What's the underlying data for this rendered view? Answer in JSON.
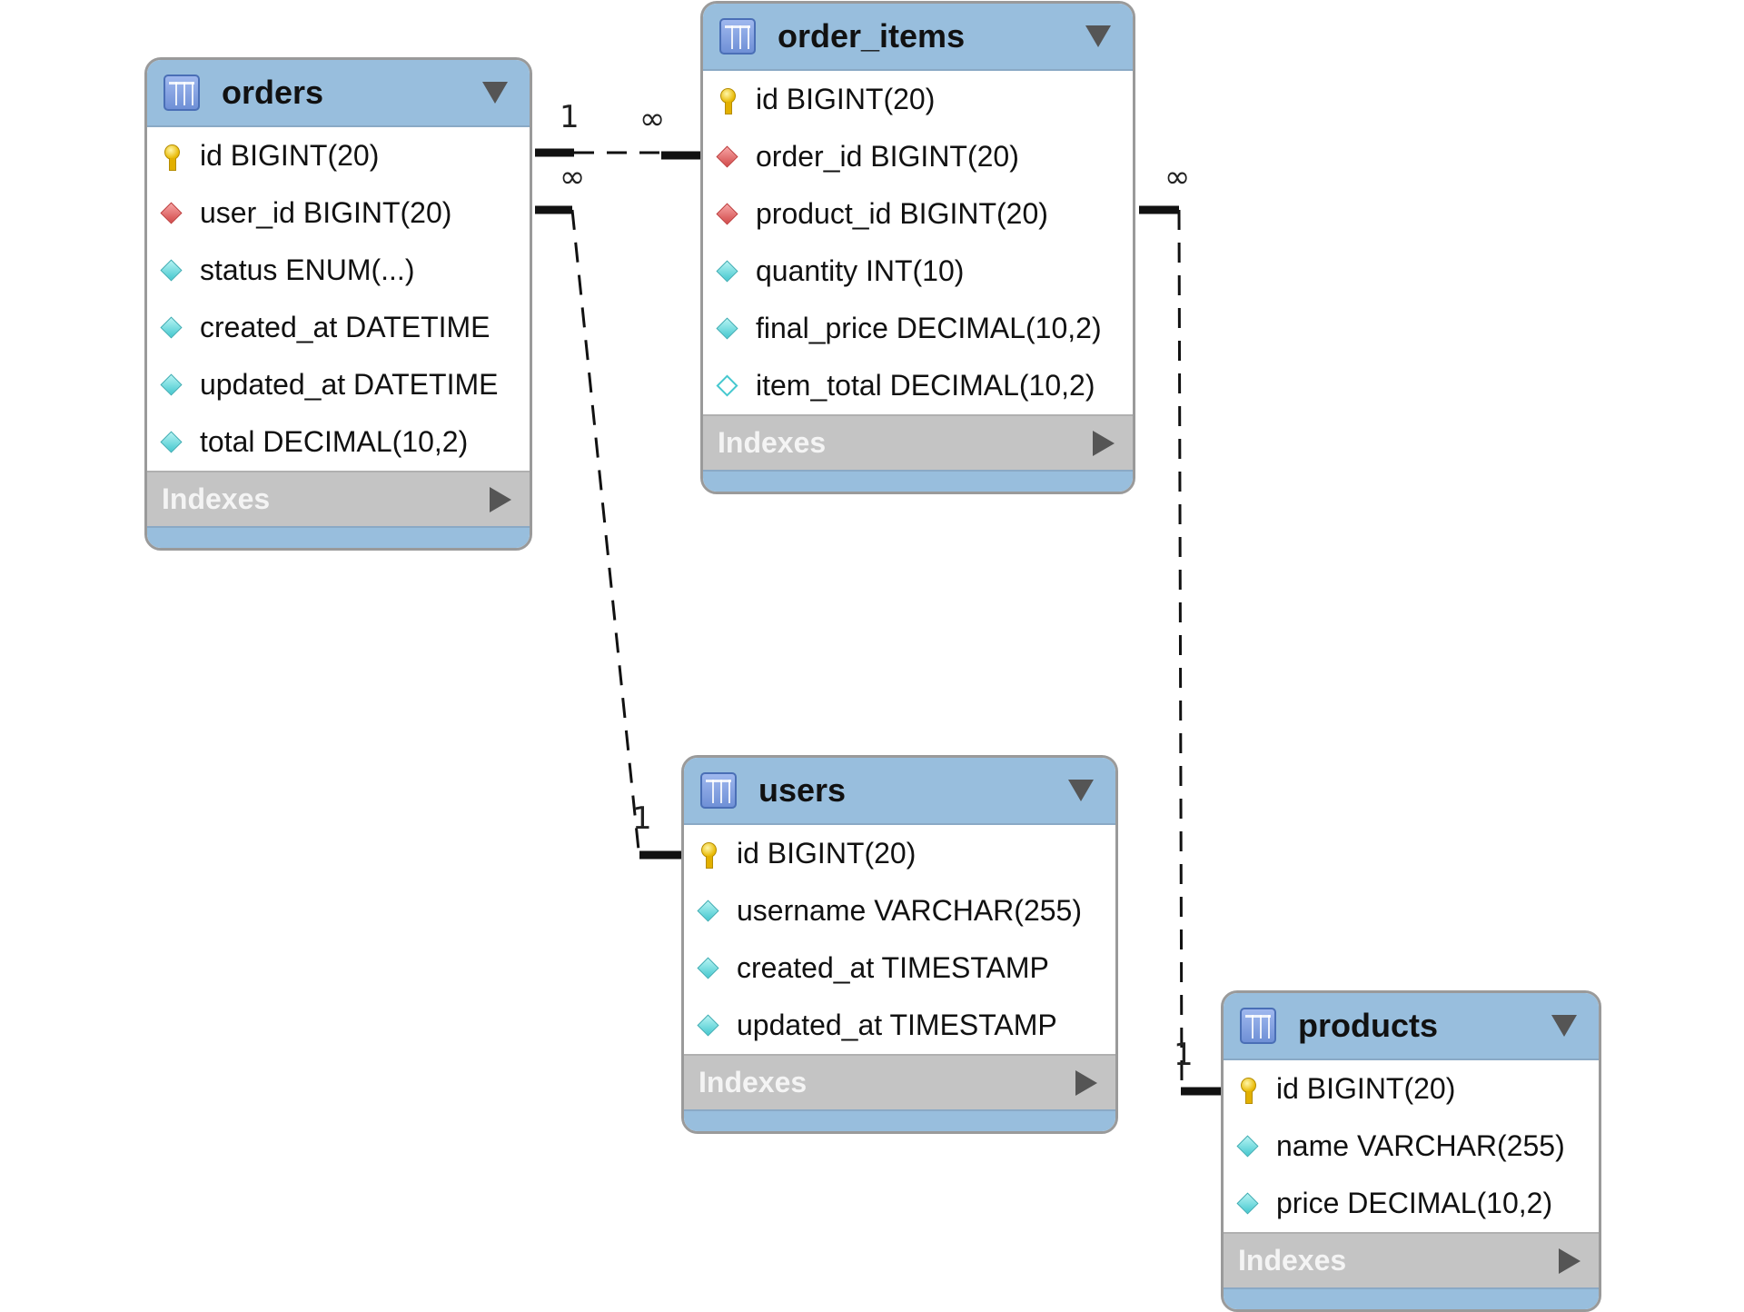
{
  "tables": [
    {
      "key": "orders",
      "title": "orders",
      "columns": [
        {
          "name": "id BIGINT(20)",
          "icon": "key-icon"
        },
        {
          "name": "user_id BIGINT(20)",
          "icon": "fk-icon"
        },
        {
          "name": "status ENUM(...)",
          "icon": "col-icon"
        },
        {
          "name": "created_at DATETIME",
          "icon": "col-icon"
        },
        {
          "name": "updated_at DATETIME",
          "icon": "col-icon"
        },
        {
          "name": "total DECIMAL(10,2)",
          "icon": "col-icon"
        }
      ],
      "indexes_label": "Indexes"
    },
    {
      "key": "order_items",
      "title": "order_items",
      "columns": [
        {
          "name": "id BIGINT(20)",
          "icon": "key-icon"
        },
        {
          "name": "order_id BIGINT(20)",
          "icon": "fk-icon"
        },
        {
          "name": "product_id BIGINT(20)",
          "icon": "fk-icon"
        },
        {
          "name": "quantity INT(10)",
          "icon": "col-icon"
        },
        {
          "name": "final_price DECIMAL(10,2)",
          "icon": "col-icon"
        },
        {
          "name": "item_total DECIMAL(10,2)",
          "icon": "nul-icon"
        }
      ],
      "indexes_label": "Indexes"
    },
    {
      "key": "users",
      "title": "users",
      "columns": [
        {
          "name": "id BIGINT(20)",
          "icon": "key-icon"
        },
        {
          "name": "username VARCHAR(255)",
          "icon": "col-icon"
        },
        {
          "name": "created_at TIMESTAMP",
          "icon": "col-icon"
        },
        {
          "name": "updated_at TIMESTAMP",
          "icon": "col-icon"
        }
      ],
      "indexes_label": "Indexes"
    },
    {
      "key": "products",
      "title": "products",
      "columns": [
        {
          "name": "id BIGINT(20)",
          "icon": "key-icon"
        },
        {
          "name": "name VARCHAR(255)",
          "icon": "col-icon"
        },
        {
          "name": "price DECIMAL(10,2)",
          "icon": "col-icon"
        }
      ],
      "indexes_label": "Indexes"
    }
  ],
  "relationships": [
    {
      "from": "order_items.order_id",
      "to": "orders.id",
      "many_label": "∞",
      "one_label": "1"
    },
    {
      "from": "orders.user_id",
      "to": "users.id",
      "many_label": "∞",
      "one_label": "1"
    },
    {
      "from": "order_items.product_id",
      "to": "products.id",
      "many_label": "∞",
      "one_label": "1"
    }
  ],
  "colors": {
    "header": "#98bedd",
    "indexes": "#c4c4c4",
    "border": "#9a9a9a",
    "link": "#111111"
  }
}
